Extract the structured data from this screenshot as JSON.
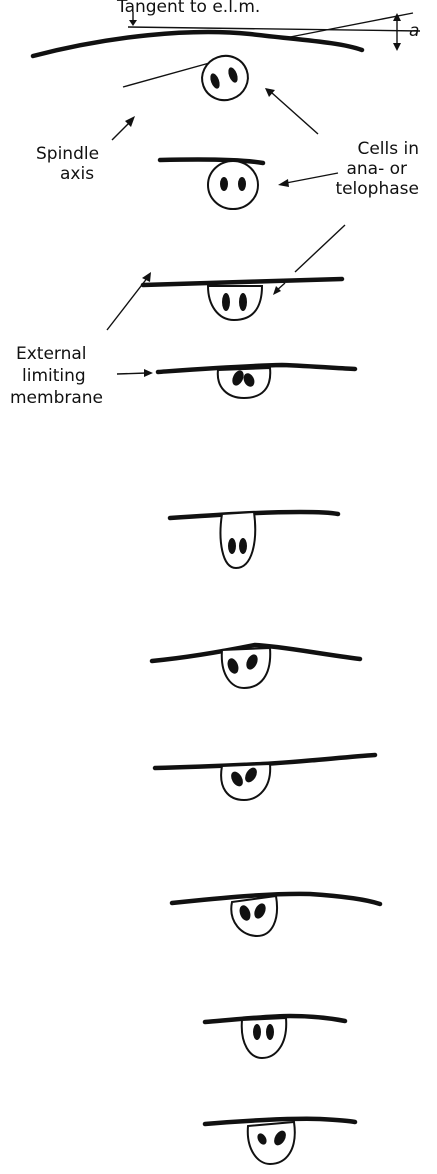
{
  "colors": {
    "ink": "#111111",
    "background": "#ffffff"
  },
  "labels": {
    "tangent": "Tangent to e.l.m.",
    "angle": "a",
    "spindle_line1": "Spindle",
    "spindle_line2": "axis",
    "cells_line1": "Cells in",
    "cells_line2": "ana- or",
    "cells_line3": "telophase",
    "elm_line1": "External",
    "elm_line2": "limiting",
    "elm_line3": "membrane"
  }
}
